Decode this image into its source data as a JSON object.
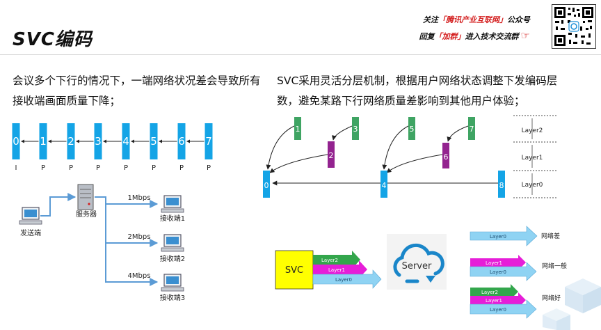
{
  "title": "SVC编码",
  "promo": {
    "line1_prefix": "关注",
    "line1_highlight": "「腾讯产业互联网」",
    "line1_suffix": "公众号",
    "line2_prefix": "回复",
    "line2_highlight": "「加群」",
    "line2_suffix": "进入技术交流群"
  },
  "left_text": "会议多个下行的情况下，一端网络状况差会导致所有接收端画面质量下降；",
  "right_text": "SVC采用灵活分层机制，根据用户网络状态调整下发编码层数，避免某路下行网络质量差影响到其他用户体验；",
  "frames": [
    {
      "num": "0",
      "type": "I"
    },
    {
      "num": "1",
      "type": "P"
    },
    {
      "num": "2",
      "type": "P"
    },
    {
      "num": "3",
      "type": "P"
    },
    {
      "num": "4",
      "type": "P"
    },
    {
      "num": "5",
      "type": "P"
    },
    {
      "num": "6",
      "type": "P"
    },
    {
      "num": "7",
      "type": "P"
    }
  ],
  "network": {
    "sender": "发送端",
    "server": "服务器",
    "links": [
      "1Mbps",
      "2Mbps",
      "4Mbps"
    ],
    "receivers": [
      "接收端1",
      "接收端2",
      "接收端3"
    ]
  },
  "svc_layers": {
    "frames": [
      "0",
      "1",
      "2",
      "3",
      "4",
      "5",
      "6",
      "7",
      "8"
    ],
    "layer_labels": [
      "Layer2",
      "Layer1",
      "Layer0"
    ]
  },
  "svc_block": {
    "label": "SVC",
    "arrows": [
      "Layer2",
      "Layer1",
      "Layer0"
    ]
  },
  "server_icon": "Server",
  "quality": [
    {
      "label": "网络差",
      "layers": [
        "Layer0"
      ]
    },
    {
      "label": "网络一般",
      "layers": [
        "Layer1",
        "Layer0"
      ]
    },
    {
      "label": "网络好",
      "layers": [
        "Layer2",
        "Layer1",
        "Layer0"
      ]
    }
  ],
  "colors": {
    "frame_blue": "#14a4e6",
    "layer1_green": "#3fa463",
    "layer2_purple": "#93238f",
    "svc_yellow": "#ffff00",
    "arrow_green": "#33a64c",
    "arrow_magenta": "#e61ed8",
    "arrow_lightblue": "#8fd3f3",
    "link_blue": "#5b9bd5",
    "promo_red": "#d42020"
  }
}
